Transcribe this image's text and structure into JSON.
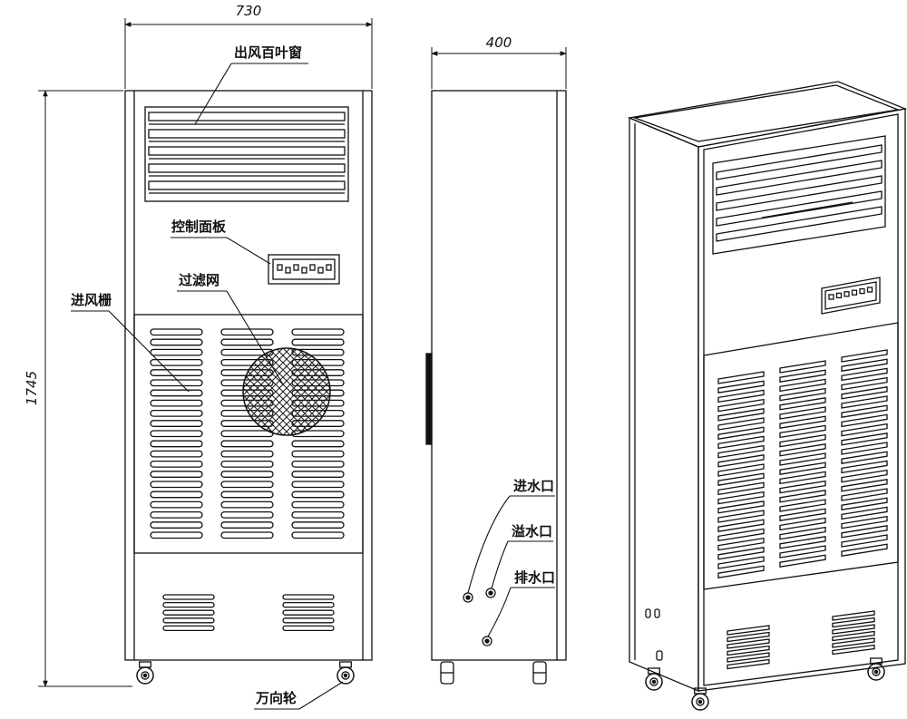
{
  "dimensions": {
    "width": "730",
    "depth": "400",
    "height": "1745"
  },
  "labels": {
    "outlet_louver": "出风百叶窗",
    "control_panel": "控制面板",
    "filter": "过滤网",
    "inlet_grille": "进风栅",
    "caster": "万向轮",
    "water_inlet": "进水口",
    "overflow": "溢水口",
    "drain": "排水口"
  },
  "colors": {
    "line": "#111111",
    "filter_hatch": "#222222"
  }
}
